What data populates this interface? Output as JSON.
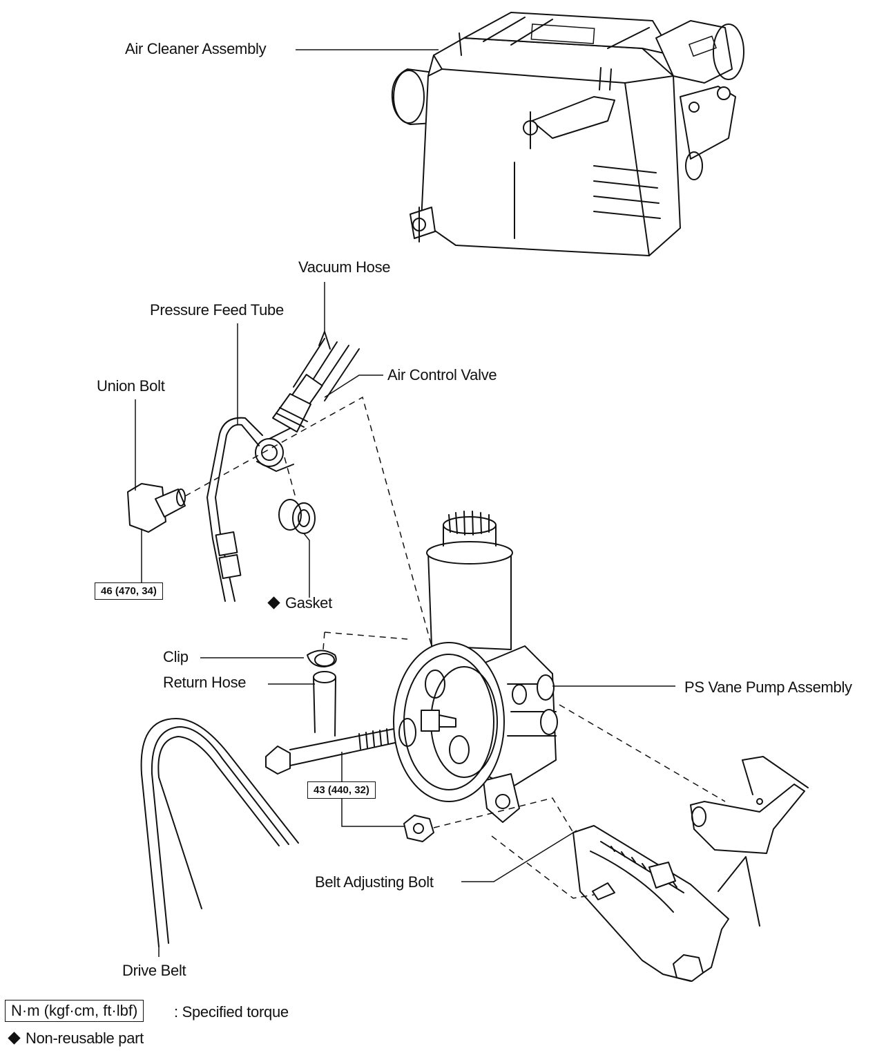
{
  "labels": {
    "air_cleaner_assembly": "Air Cleaner Assembly",
    "vacuum_hose": "Vacuum Hose",
    "pressure_feed_tube": "Pressure Feed Tube",
    "air_control_valve": "Air Control Valve",
    "union_bolt": "Union Bolt",
    "gasket": "Gasket",
    "clip": "Clip",
    "return_hose": "Return Hose",
    "ps_vane_pump_assembly": "PS Vane Pump Assembly",
    "belt_adjusting_bolt": "Belt Adjusting Bolt",
    "drive_belt": "Drive Belt"
  },
  "torque": {
    "union_bolt": "46 (470, 34)",
    "pump_bolt": "43 (440, 32)"
  },
  "legend": {
    "torque_units": "N·m (kgf·cm, ft·lbf)",
    "torque_text": ": Specified torque",
    "non_reusable_text": "Non-reusable part"
  }
}
